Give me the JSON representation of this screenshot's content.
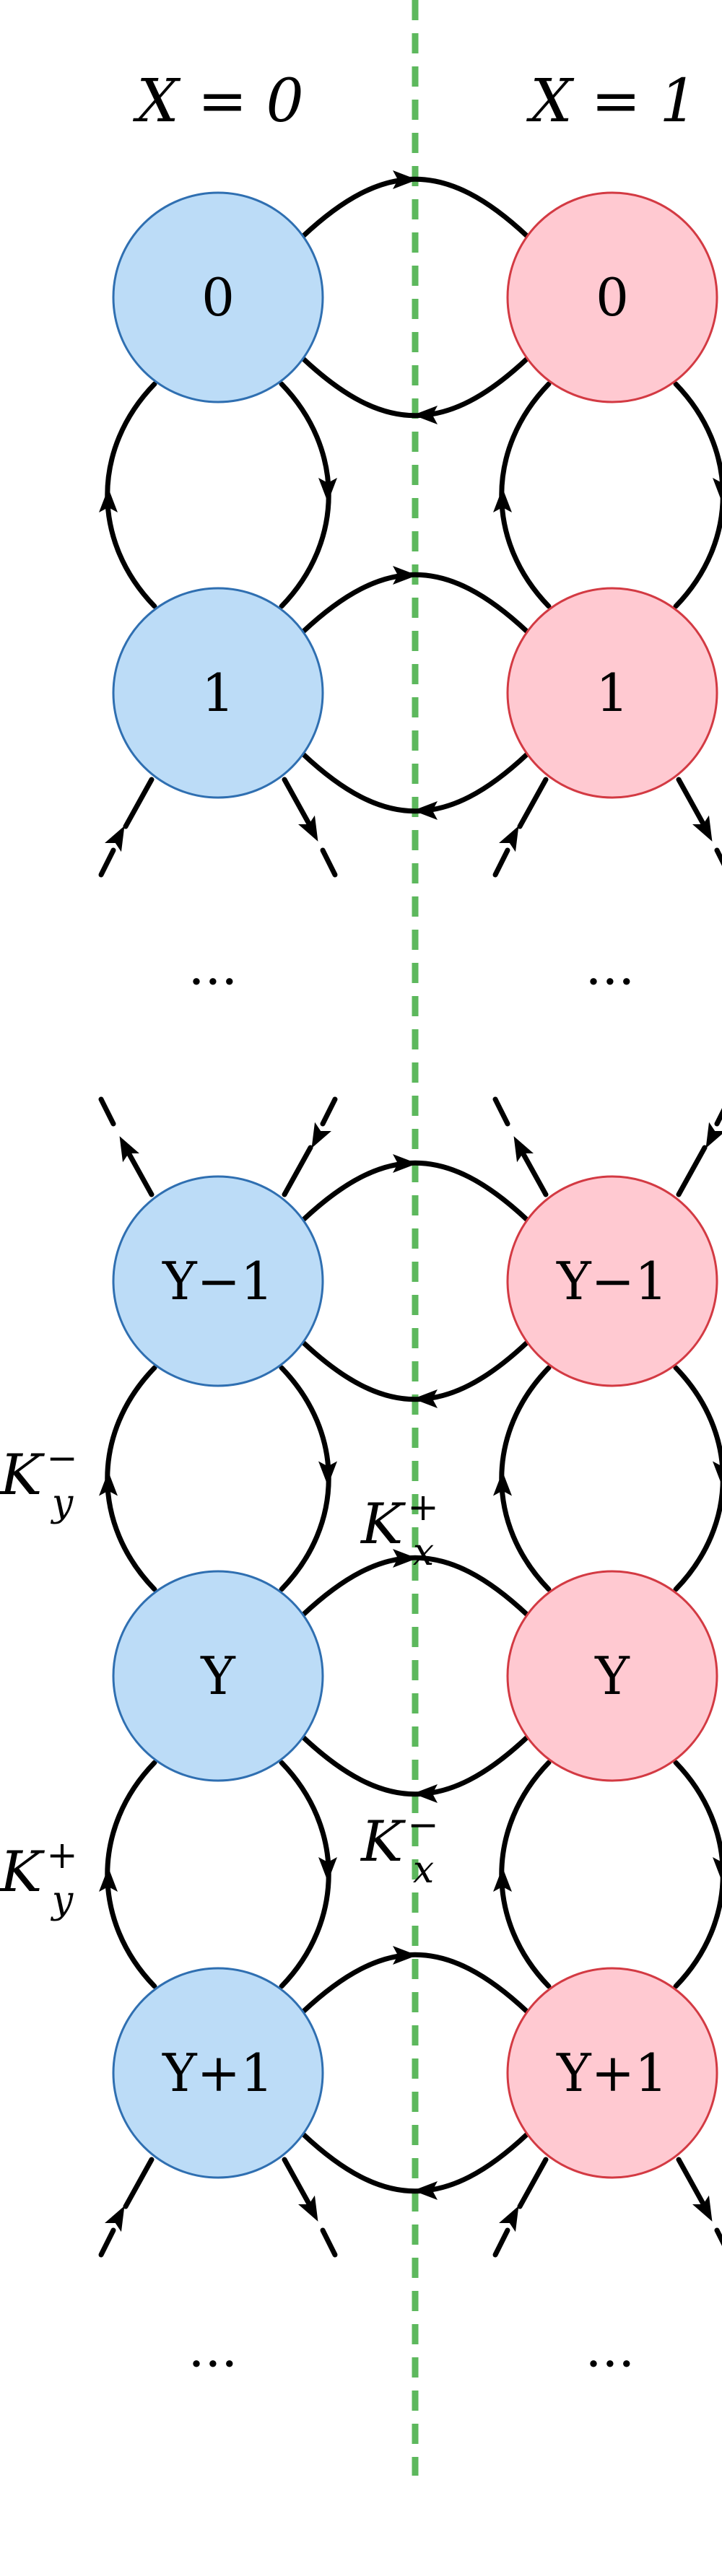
{
  "headers": {
    "left": "X = 0",
    "right": "X = 1"
  },
  "nodes": {
    "row0": "0",
    "row1": "1",
    "rowYm1": "Y−1",
    "rowY": "Y",
    "rowYp1": "Y+1"
  },
  "ellipsis": "···",
  "labels": {
    "ky_minus": {
      "base": "K",
      "sub": "y",
      "sup": "−"
    },
    "ky_plus": {
      "base": "K",
      "sub": "y",
      "sup": "+"
    },
    "kx_plus": {
      "base": "K",
      "sub": "x",
      "sup": "+"
    },
    "kx_minus": {
      "base": "K",
      "sub": "x",
      "sup": "−"
    }
  },
  "colors": {
    "left_fill": "#bcdcf7",
    "left_stroke": "#2f6fb1",
    "right_fill": "#ffc9d1",
    "right_stroke": "#d33a43",
    "divider": "#5db85d"
  }
}
